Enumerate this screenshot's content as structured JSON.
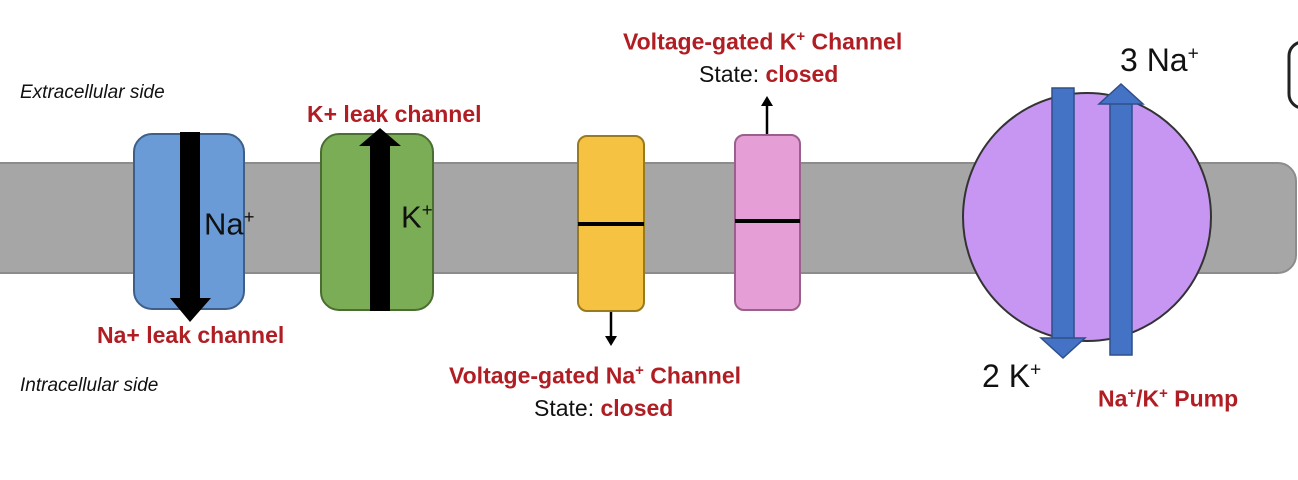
{
  "sides": {
    "extracellular": "Extracellular side",
    "intracellular": "Intracellular side"
  },
  "na_leak": {
    "label": "Na+ leak channel",
    "ion": "Na",
    "ion_charge": "+"
  },
  "k_leak": {
    "label": "K+ leak channel",
    "ion": "K",
    "ion_charge": "+"
  },
  "vg_na": {
    "title_prefix": "Voltage-gated Na",
    "title_sup": "+",
    "title_suffix": " Channel",
    "state_label": "State: ",
    "state_value": "closed"
  },
  "vg_k": {
    "title_prefix": "Voltage-gated K",
    "title_sup": "+",
    "title_suffix": " Channel",
    "state_label": "State: ",
    "state_value": "closed"
  },
  "pump": {
    "label_na": "Na",
    "label_sup1": "+",
    "label_mid": "/K",
    "label_sup2": "+",
    "label_suffix": " Pump",
    "out_count": "3 Na",
    "out_charge": "+",
    "in_count": "2 K",
    "in_charge": "+"
  },
  "colors": {
    "membrane": "#a6a6a6",
    "na_leak": "#6b9bd6",
    "k_leak": "#7bac56",
    "vg_na": "#f5c242",
    "vg_k": "#e69fd6",
    "pump": "#c696f2",
    "pump_arrows": "#4472c4",
    "label_red": "#b01e24"
  }
}
